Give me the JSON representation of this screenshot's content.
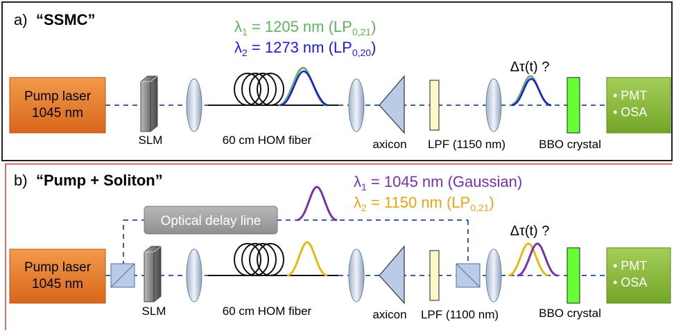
{
  "panel_a": {
    "tag": "a)",
    "title": "“SSMC”",
    "lambda1": {
      "pre": "λ",
      "sub1": "1",
      "mid": " = 1205 nm (LP",
      "sub2": "0,21",
      "post": ")",
      "color": "#5fb35f"
    },
    "lambda2": {
      "pre": "λ",
      "sub1": "2",
      "mid": " = 1273 nm (LP",
      "sub2": "0,20",
      "post": ")",
      "color": "#1a1adf"
    },
    "pump": {
      "line1": "Pump laser",
      "line2": "1045 nm"
    },
    "slm": "SLM",
    "fiber": "60 cm HOM fiber",
    "axicon": "axicon",
    "lpf": "LPF (1150 nm)",
    "bbo": "BBO crystal",
    "delta": "Δτ(t) ?",
    "detector": {
      "line1": "• PMT",
      "line2": "• OSA"
    }
  },
  "panel_b": {
    "tag": "b)",
    "title": "“Pump + Soliton”",
    "lambda1": {
      "pre": "λ",
      "sub1": "1",
      "mid": " = 1045 nm (Gaussian)",
      "sub2": "",
      "post": "",
      "color": "#7a2fa8"
    },
    "lambda2": {
      "pre": "λ",
      "sub1": "2",
      "mid": " = 1150 nm (LP",
      "sub2": "0,21",
      "post": ")",
      "color": "#e8a317"
    },
    "pump": {
      "line1": "Pump laser",
      "line2": "1045 nm"
    },
    "delay": "Optical delay line",
    "slm": "SLM",
    "fiber": "60 cm HOM fiber",
    "axicon": "axicon",
    "lpf": "LPF (1100 nm)",
    "bbo": "BBO crystal",
    "delta": "Δτ(t) ?",
    "detector": {
      "line1": "• PMT",
      "line2": "• OSA"
    }
  },
  "colors": {
    "pump_box": "#e87722",
    "detector_box": "#8cbf3f",
    "bbo": "#66ff33",
    "lpf": "#fff7c8",
    "beam": "#3a5fa8",
    "panel_b_border": "#e06b6b"
  }
}
